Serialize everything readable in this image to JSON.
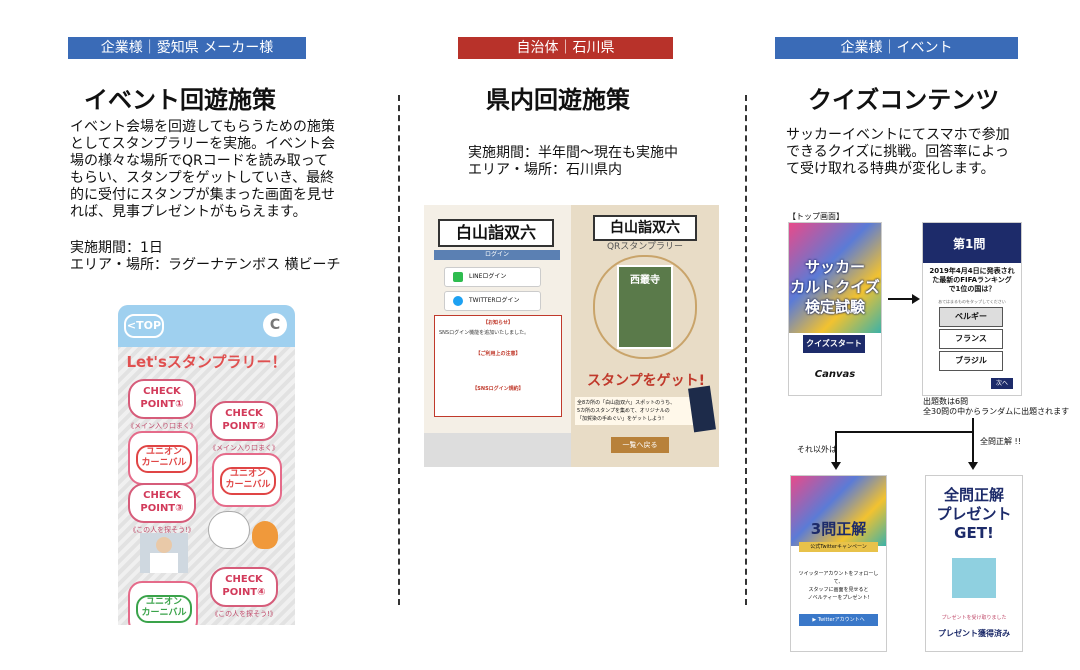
{
  "col1": {
    "tag": "企業様｜愛知県 メーカー様",
    "title": "イベント回遊施策",
    "desc": "イベント会場を回遊してもらうための施策\nとしてスタンプラリーを実施。イベント会\n場の様々な場所でQRコードを読み取って\nもらい、スタンプをゲットしていき、最終\n的に受付にスタンプが集まった画面を見せ\nれば、見事プレゼントがもらえます。",
    "period": "実施期間：1日",
    "area": "エリア・場所：ラグーナテンボス 横ビーチ",
    "mock": {
      "top_button": "TOP",
      "reload": "C",
      "banner": "Let'sスタンプラリー！",
      "cp1": "CHECK\nPOINT①",
      "cp1_sub": "《メイン入り口まく》",
      "cp2": "CHECK\nPOINT②",
      "cp2_sub": "《メイン入り口まく》",
      "cp3": "CHECK\nPOINT③",
      "cp3_sub": "《この人を探そう!》",
      "cp4": "CHECK\nPOINT④",
      "cp4_sub": "《この人を探そう!》",
      "stamp_text": "ユニオン\nカーニバル"
    }
  },
  "col2": {
    "tag": "自治体｜石川県",
    "title": "県内回遊施策",
    "period": "実施期間：半年間〜現在も実施中",
    "area": "エリア・場所：石川県内",
    "mock": {
      "board_left": "白山詣双六",
      "login_bar": "ログイン",
      "line_login": "LINEログイン",
      "twitter_login": "TWITTERログイン",
      "notice_title": "【お知らせ】",
      "notice_body": "SNSログイン機能を追加いたしました。",
      "notice_caution": "【ご利用上の注意】",
      "notice_sns": "【SNSログイン規約】",
      "board_right": "白山詣双六",
      "qr_rally": "QRスタンプラリー",
      "temple": "西叢寺",
      "stamp_get": "スタンプをゲット!",
      "right_desc": "全8カ所の「白山詣双六」スポットのうち、\n5カ所のスタンプを集めて、オリジナルの\n「加賀染の手ぬぐい」をゲットしよう!",
      "back_button": "一覧へ戻る"
    }
  },
  "col3": {
    "tag": "企業様｜イベント",
    "title": "クイズコンテンツ",
    "desc": "サッカーイベントにてスマホで参加\nできるクイズに挑戦。回答率によっ\nて受け取れる特典が変化します。",
    "mock": {
      "top_caption": "【トップ画面】",
      "card1_title": "サッカー\nカルトクイズ\n検定試験",
      "quiz_start": "クイズスタート",
      "card1_logo": "Canvas",
      "q_badge": "第1問",
      "question": "2019年4月4日に発表された最新のFIFAランキングで1位の国は？",
      "hint": "あてはまるものをタップしてください",
      "options": [
        "ベルギー",
        "フランス",
        "ブラジル"
      ],
      "next": "次へ",
      "count_caption": "出題数は6問\n全30問の中からランダムに出題されます",
      "otherwise": "それ以外は",
      "all_correct_label": "全問正解 !!",
      "card3_title": "3問正解",
      "card3_ribbon": "公式Twitterキャンペーン",
      "card3_text": "ツイッターアカウントをフォローして、\nスタッフに画面を見せると\nノベルティーをプレゼント!",
      "card3_button": "▶ Twitterアカウントへ",
      "card4_title": "全問正解\nプレゼント\nGET!",
      "card4_note": "プレゼントを受け取りました",
      "card4_done": "プレゼント獲得済み"
    }
  },
  "colors": {
    "blue": "#3a6bb7",
    "red": "#b8322a"
  }
}
